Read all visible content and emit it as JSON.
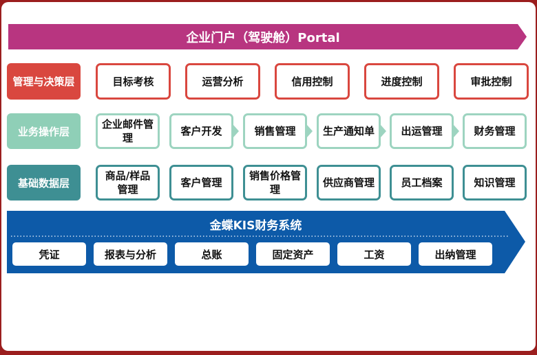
{
  "colors": {
    "portal": "#b83580",
    "decision": "#d9473f",
    "operation": "#8fcfb7",
    "data": "#3e8f93",
    "kis": "#0d5aa8",
    "frame": "#9b1e1e"
  },
  "portal": {
    "title": "企业门户（驾驶舱）Portal"
  },
  "layers": [
    {
      "label": "管理与决策层",
      "items": [
        "目标考核",
        "运营分析",
        "信用控制",
        "进度控制",
        "审批控制"
      ]
    },
    {
      "label": "业务操作层",
      "items": [
        "企业邮件管理",
        "客户开发",
        "销售管理",
        "生产通知单",
        "出运管理",
        "财务管理"
      ]
    },
    {
      "label": "基础数据层",
      "items": [
        "商品/样品管理",
        "客户管理",
        "销售价格管理",
        "供应商管理",
        "员工档案",
        "知识管理"
      ]
    }
  ],
  "kis": {
    "title": "金蝶KIS财务系统",
    "items": [
      "凭证",
      "报表与分析",
      "总账",
      "固定资产",
      "工资",
      "出纳管理"
    ]
  }
}
